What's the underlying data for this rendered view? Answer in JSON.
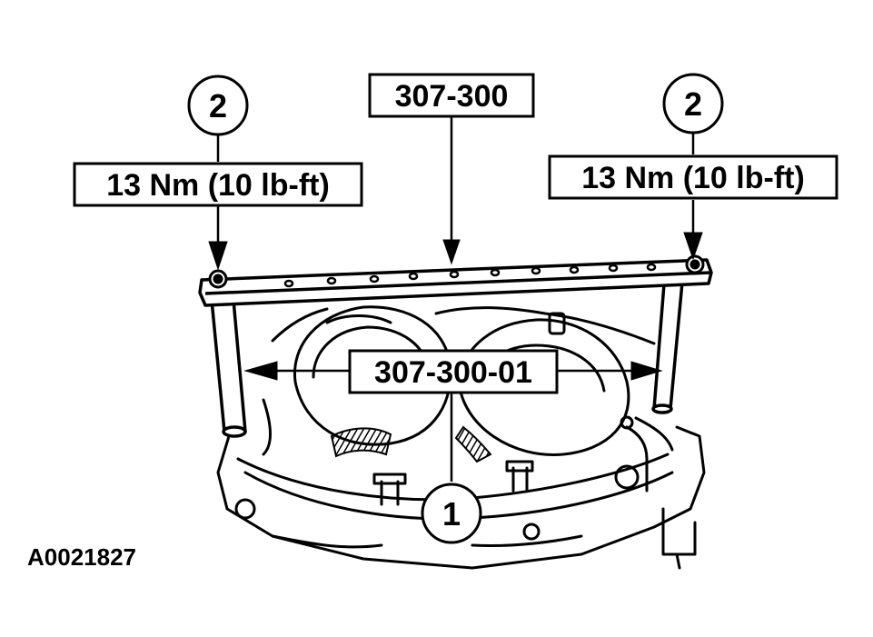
{
  "callouts": {
    "left_number": "2",
    "right_number": "2",
    "bottom_number": "1",
    "left_torque": "13 Nm (10 lb-ft)",
    "right_torque": "13 Nm (10 lb-ft)",
    "tool_top": "307-300",
    "tool_legs": "307-300-01"
  },
  "figure_id": "A0021827",
  "colors": {
    "ink": "#000000",
    "paper": "#ffffff"
  }
}
